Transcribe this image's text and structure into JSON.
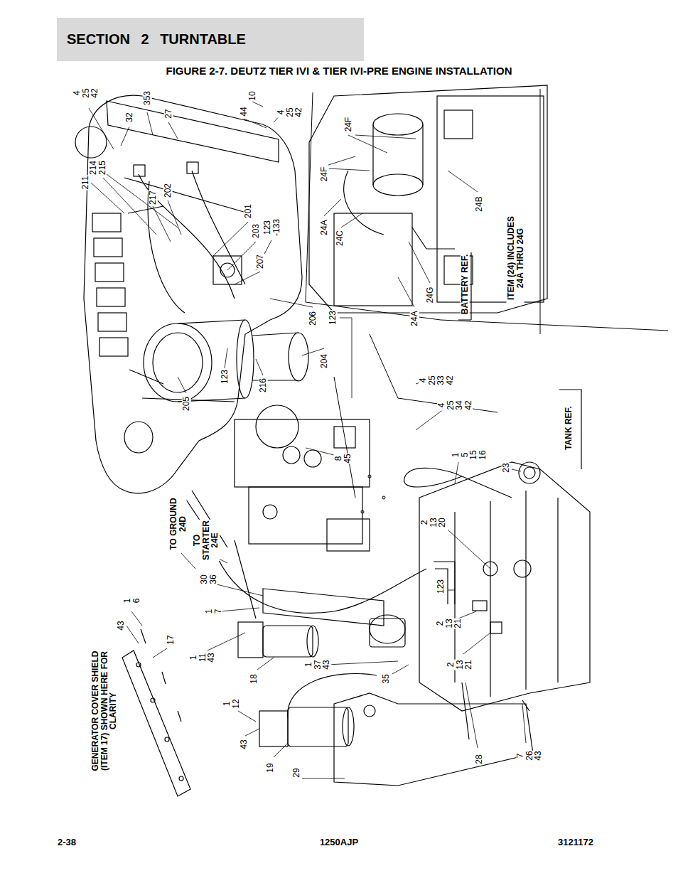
{
  "diagram": {
    "title": "FIGURE 2-7. DEUTZ TIER IVI & TIER IVI-PRE ENGINE INSTALLATION",
    "nodes": [
      {
        "text": [
          "SECTION 2 TURNTABLE"
        ]
      }
    ],
    "labels": [
      "4 25 42",
      "32",
      "353",
      "27",
      "10",
      "44",
      "4 25 42",
      "211",
      "214 215",
      "217",
      "202",
      "201",
      "203",
      "123 -133",
      "207",
      "206",
      "123",
      "204",
      "123",
      "216",
      "205",
      "24F",
      "24F",
      "24A",
      "24C",
      "24B",
      "24G",
      "24A",
      "BATTERY REF.",
      "ITEM (24) INCLUDES 24A THRU 24G",
      "4 25 33 42",
      "4 25 34 42",
      "TANK REF.",
      "1 5 15 16",
      "23",
      "8 45",
      "2 13 20",
      "TO GROUND 24D",
      "TO STARTER 24E",
      "30 36",
      "1 7",
      "123",
      "1 6",
      "43",
      "17",
      "2 13 21",
      "1 11 43",
      "18",
      "1 37 43",
      "35",
      "2 13 21",
      "1 12",
      "43",
      "19",
      "29",
      "28",
      "7 26 43",
      "GENERATOR COVER SHIELD (ITEM 17) SHOWN HERE FOR CLARITY",
      "2-38",
      "1250AJP",
      "3121172"
    ]
  }
}
